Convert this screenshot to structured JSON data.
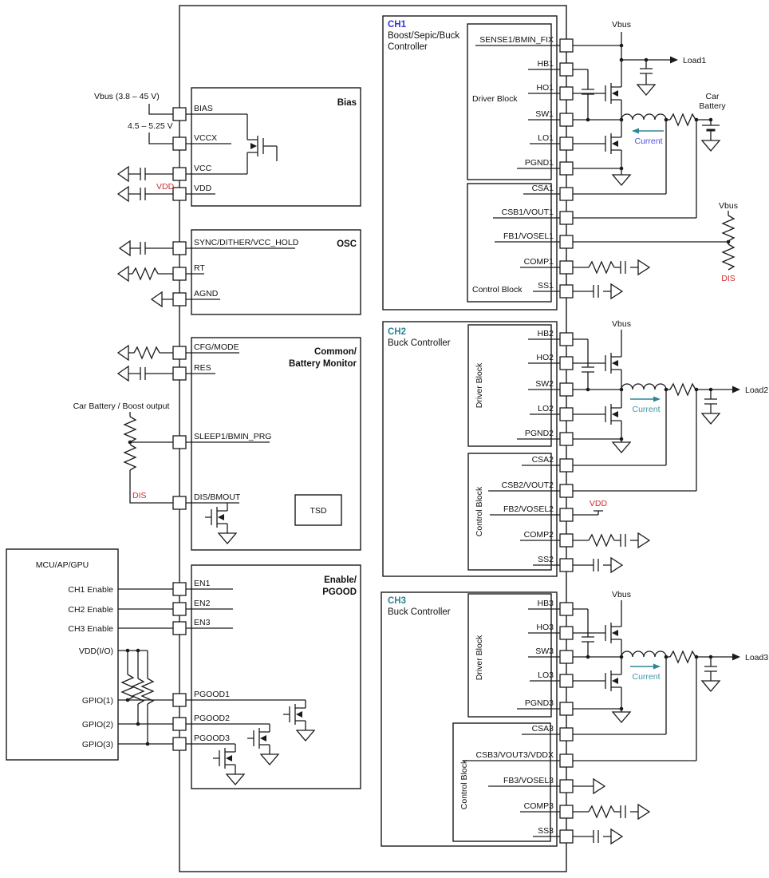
{
  "colors": {
    "line": "#1a1a1a",
    "ch1_blue": "#3434cf",
    "ch23_teal": "#2b8296",
    "current_blue": "#4d4de0",
    "current_teal": "#3f98a8",
    "red": "#d12b2b"
  },
  "left_labels": {
    "vbus_range": "Vbus (3.8 – 45 V)",
    "vcc_range": "4.5 – 5.25 V",
    "vdd": "VDD",
    "car_battery_boost": "Car Battery / Boost output",
    "dis": "DIS"
  },
  "mcu": {
    "title": "MCU/AP/GPU",
    "outputs": [
      "CH1 Enable",
      "CH2 Enable",
      "CH3 Enable"
    ],
    "vdd_io": "VDD(I/O)",
    "gpio": [
      "GPIO(1)",
      "GPIO(2)",
      "GPIO(3)"
    ]
  },
  "bias": {
    "title": "Bias",
    "pins": [
      "BIAS",
      "VCCX",
      "VCC",
      "VDD"
    ]
  },
  "osc": {
    "title": "OSC",
    "pins": [
      "SYNC/DITHER/VCC_HOLD",
      "RT",
      "AGND"
    ]
  },
  "common": {
    "title1": "Common/",
    "title2": "Battery Monitor",
    "pins": [
      "CFG/MODE",
      "RES",
      "SLEEP1/BMIN_PRG",
      "DIS/BMOUT"
    ],
    "tsd": "TSD"
  },
  "enable": {
    "title1": "Enable/",
    "title2": "PGOOD",
    "pins": [
      "EN1",
      "EN2",
      "EN3",
      "PGOOD1",
      "PGOOD2",
      "PGOOD3"
    ]
  },
  "ch1": {
    "name": "CH1",
    "desc1": "Boost/Sepic/Buck",
    "desc2": "Controller",
    "driver": "Driver Block",
    "control": "Control Block",
    "driver_pins": [
      "SENSE1/BMIN_FIX",
      "HB1",
      "HO1",
      "SW1",
      "LO1",
      "PGND1"
    ],
    "control_pins": [
      "CSA1",
      "CSB1/VOUT1",
      "FB1/VOSEL1",
      "COMP1",
      "SS1"
    ],
    "vbus": "Vbus",
    "load": "Load1",
    "current": "Current",
    "battery1": "Car",
    "battery2": "Battery",
    "fb_top": "Vbus",
    "fb_bot": "DIS"
  },
  "ch2": {
    "name": "CH2",
    "desc1": "Buck Controller",
    "driver": "Driver Block",
    "control": "Control Block",
    "driver_pins": [
      "HB2",
      "HO2",
      "SW2",
      "LO2",
      "PGND2"
    ],
    "control_pins": [
      "CSA2",
      "CSB2/VOUT2",
      "FB2/VOSEL2",
      "COMP2",
      "SS2"
    ],
    "vbus": "Vbus",
    "load": "Load2",
    "current": "Current",
    "vdd": "VDD"
  },
  "ch3": {
    "name": "CH3",
    "desc1": "Buck Controller",
    "driver": "Driver Block",
    "control": "Control Block",
    "driver_pins": [
      "HB3",
      "HO3",
      "SW3",
      "LO3",
      "PGND3"
    ],
    "control_pins": [
      "CSA3",
      "CSB3/VOUT3/VDDX",
      "FB3/VOSEL3",
      "COMP3",
      "SS3"
    ],
    "vbus": "Vbus",
    "load": "Load3",
    "current": "Current"
  }
}
